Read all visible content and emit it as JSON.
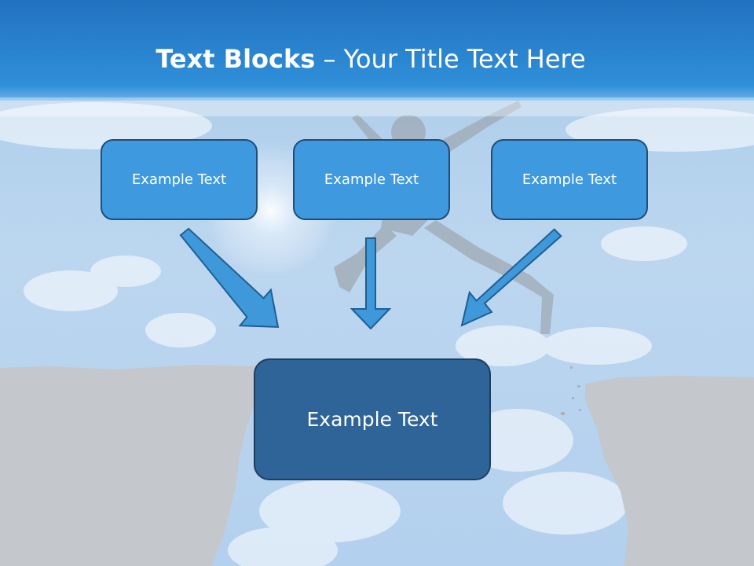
{
  "title": {
    "bold": "Text Blocks",
    "separator": " – ",
    "rest": "Your Title Text Here"
  },
  "boxes": [
    {
      "label": "Example Text"
    },
    {
      "label": "Example Text"
    },
    {
      "label": "Example Text"
    }
  ],
  "main_box": {
    "label": "Example Text"
  },
  "colors": {
    "header": "#2a86cf",
    "small_box_fill": "#3e99df",
    "main_box_fill": "#2f6498",
    "arrow_fill": "#3f98da",
    "arrow_stroke": "#1f5f93",
    "cliff": "#c4c8cc"
  }
}
